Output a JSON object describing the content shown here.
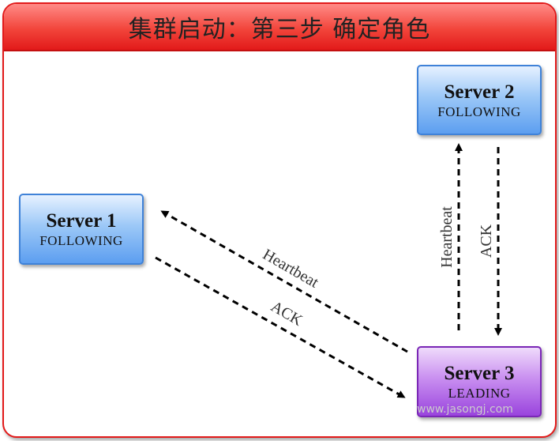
{
  "title": "集群启动：第三步 确定角色",
  "servers": [
    {
      "name": "Server 1",
      "role": "FOLLOWING",
      "style": "follower"
    },
    {
      "name": "Server 2",
      "role": "FOLLOWING",
      "style": "follower"
    },
    {
      "name": "Server 3",
      "role": "LEADING",
      "style": "leader"
    }
  ],
  "links": [
    {
      "label": "Heartbeat",
      "from": "Server 3",
      "to": "Server 1"
    },
    {
      "label": "ACK",
      "from": "Server 1",
      "to": "Server 3"
    },
    {
      "label": "Heartbeat",
      "from": "Server 3",
      "to": "Server 2"
    },
    {
      "label": "ACK",
      "from": "Server 2",
      "to": "Server 3"
    }
  ],
  "watermark": "www.jasongj.com",
  "colors": {
    "frame": "#e21a1a",
    "follower": "#5c9ef0",
    "leader": "#9a44dd"
  }
}
